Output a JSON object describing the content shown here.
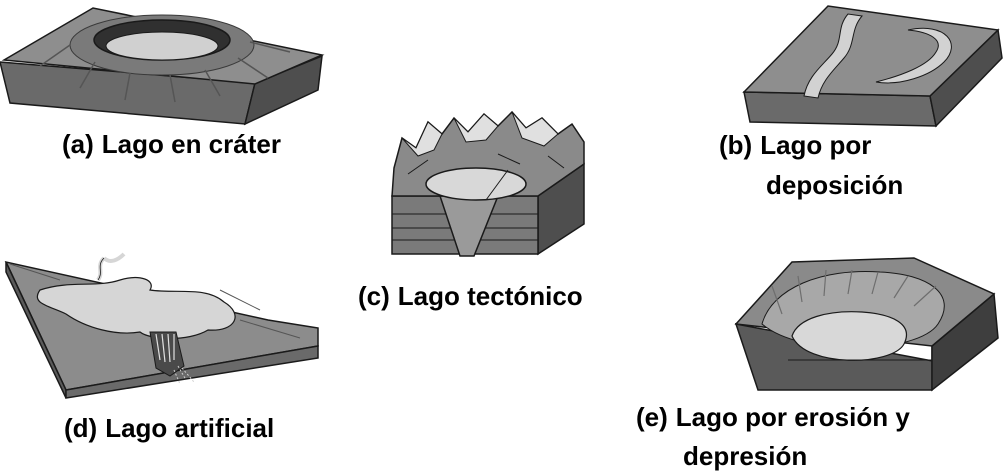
{
  "figure": {
    "panels": [
      {
        "id": "a",
        "letter": "(a)",
        "caption_lines": [
          "Lago en cráter"
        ],
        "depicts": "crater-lake"
      },
      {
        "id": "b",
        "letter": "(b)",
        "caption_lines": [
          "Lago por",
          "deposición"
        ],
        "depicts": "oxbow-deposition-lake"
      },
      {
        "id": "c",
        "letter": "(c)",
        "caption_lines": [
          "Lago tectónico"
        ],
        "depicts": "tectonic-rift-lake"
      },
      {
        "id": "d",
        "letter": "(d)",
        "caption_lines": [
          "Lago artificial"
        ],
        "depicts": "dam-reservoir-lake"
      },
      {
        "id": "e",
        "letter": "(e)",
        "caption_lines": [
          "Lago por erosión y",
          "depresión"
        ],
        "depicts": "glacial-erosion-lake"
      }
    ],
    "colors": {
      "block_top": "#8c8c8c",
      "block_side": "#5a5a5a",
      "block_front": "#6e6e6e",
      "water": "#d2d2d2",
      "outline": "#1a1a1a",
      "text": "#000000"
    }
  }
}
